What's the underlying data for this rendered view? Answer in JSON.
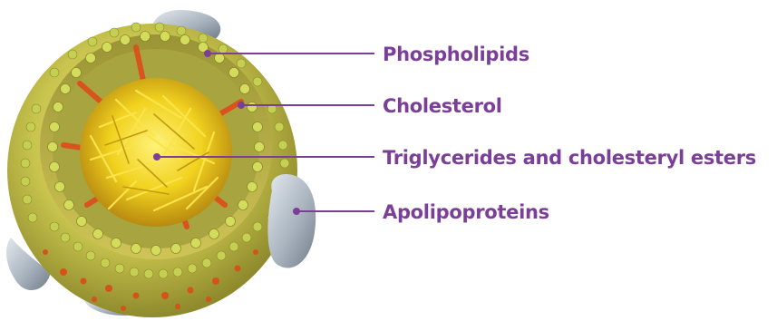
{
  "labels": {
    "phospholipids": "Phospholipids",
    "cholesterol": "Cholesterol",
    "triglycerides": "Triglycerides and cholesteryl esters",
    "apolipoproteins": "Apolipoproteins"
  },
  "colors": {
    "label_text": "#7b3f98",
    "leader_line": "#7b3f98",
    "phospholipid_head": "#b8c24a",
    "cholesterol": "#d9531e",
    "core_lipid": "#e8c81a",
    "apolipoprotein": "#9aa7b3"
  }
}
